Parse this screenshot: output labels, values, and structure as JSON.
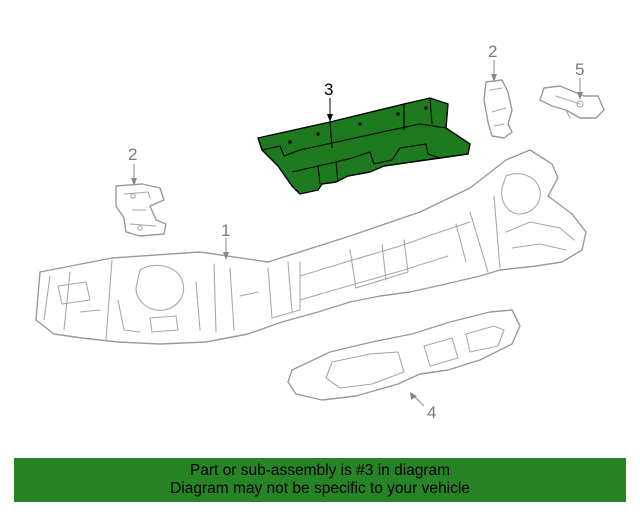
{
  "colors": {
    "highlight": "#1e7a1e",
    "banner": "#268426",
    "outline": "#9a9a9a",
    "callout_gray": "#7a7a7a",
    "callout_highlight": "#000000"
  },
  "callouts": {
    "bumper": "1",
    "bracket_left": "2",
    "bracket_right": "2",
    "absorber": "3",
    "bottom_plate": "4",
    "support": "5"
  },
  "banner": {
    "line1": "Part or sub-assembly is #3 in diagram",
    "line2": "Diagram may not be specific to your vehicle"
  }
}
